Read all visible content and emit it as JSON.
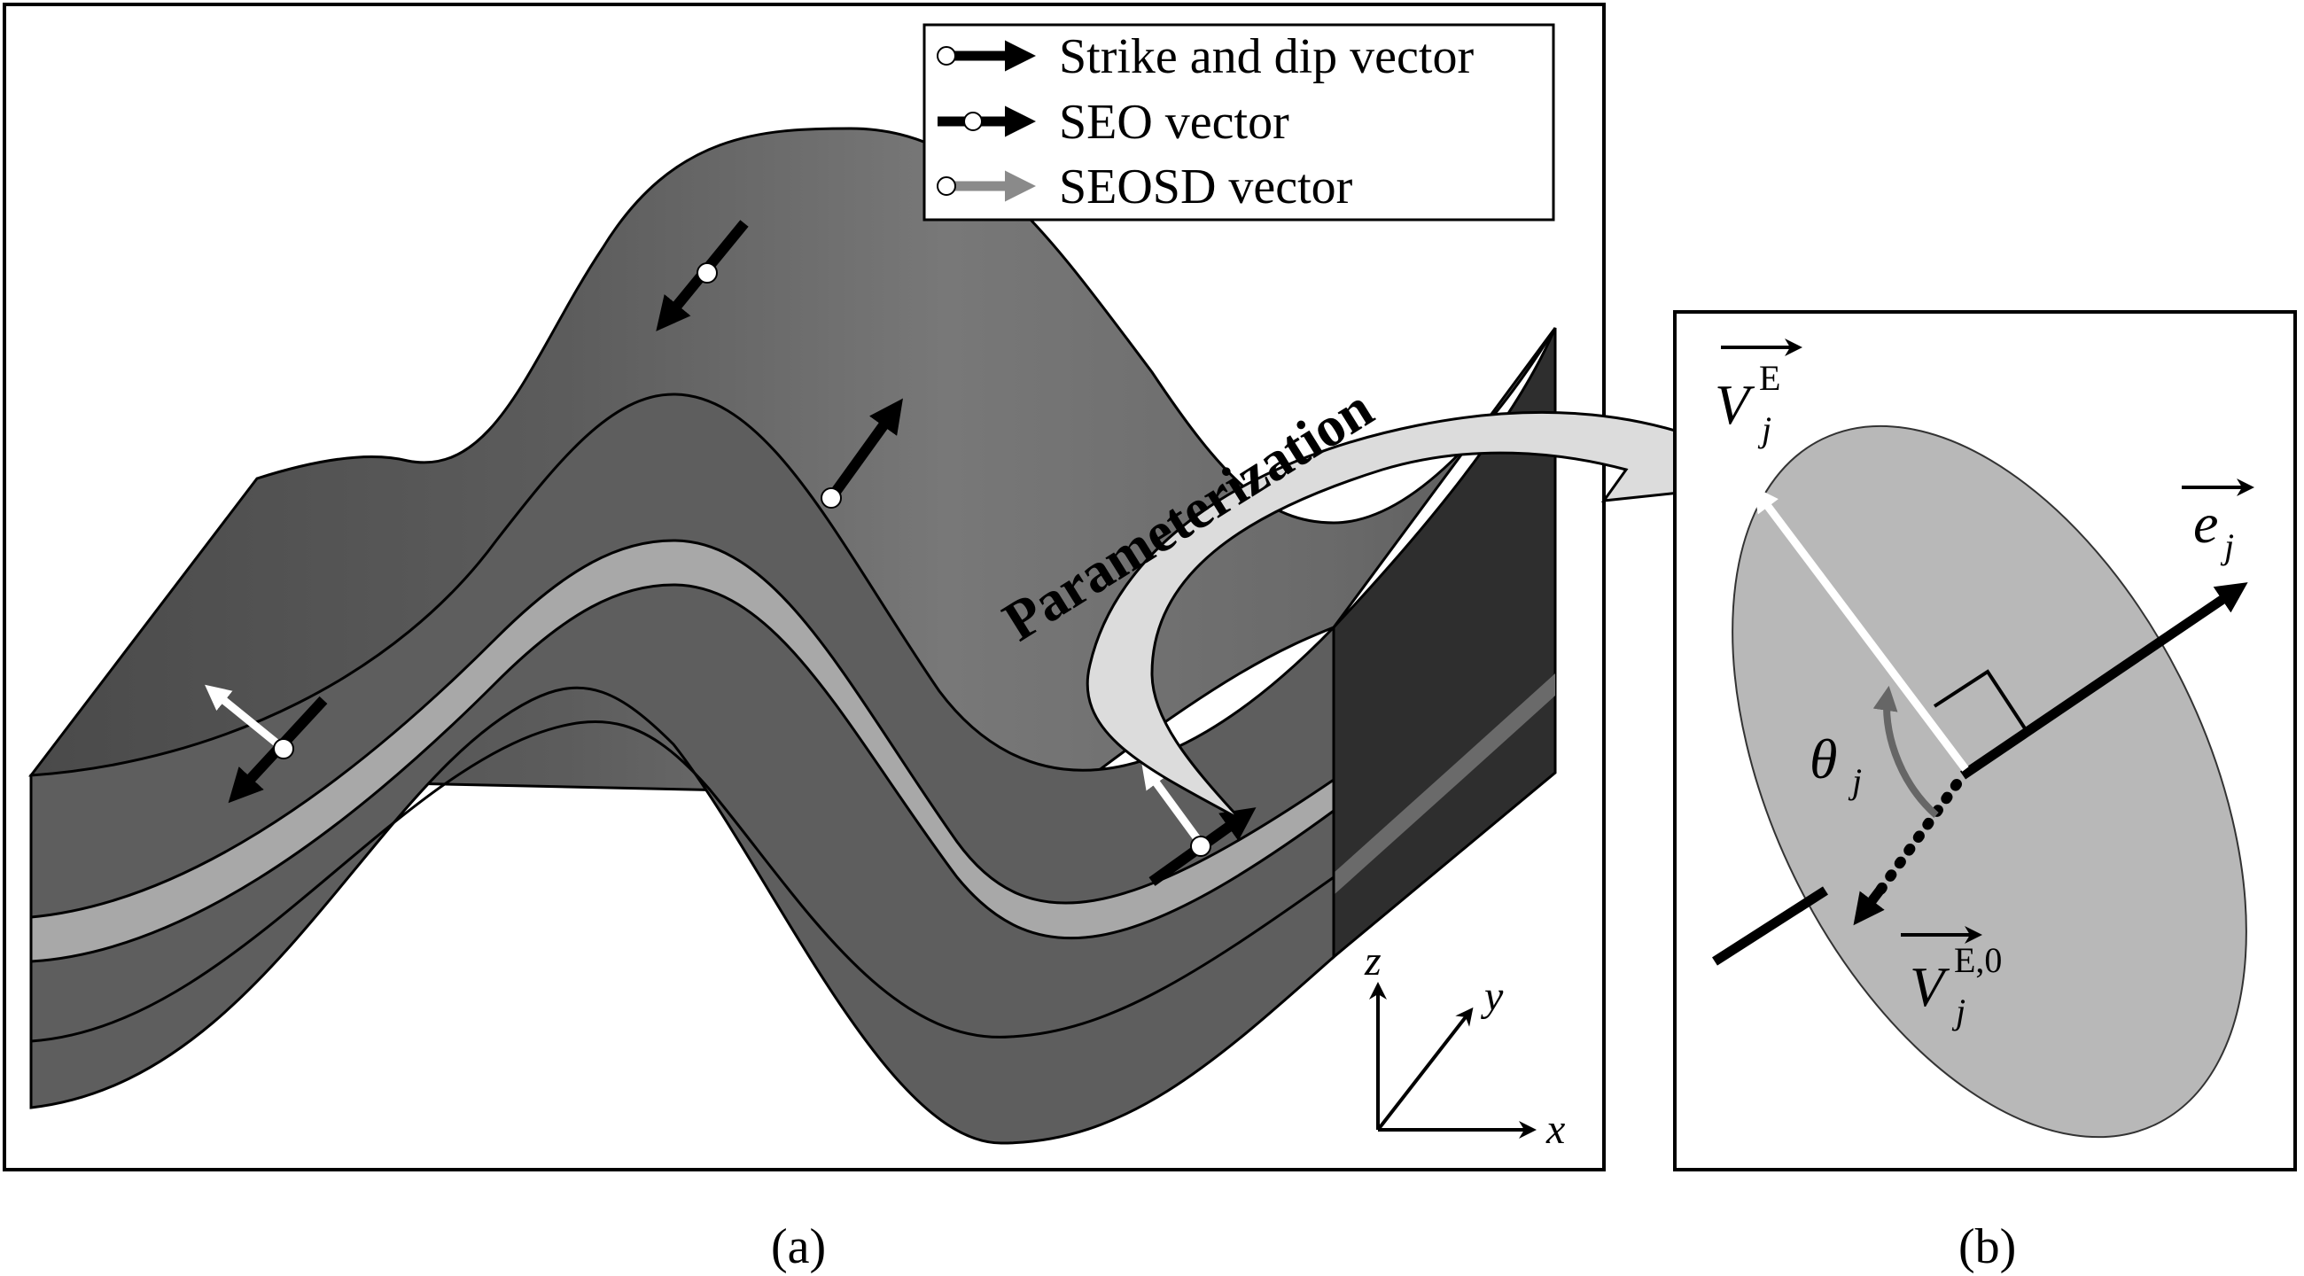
{
  "legend": {
    "items": [
      {
        "label": "Strike and dip vector",
        "color": "#000000"
      },
      {
        "label": "SEO vector",
        "color": "#000000"
      },
      {
        "label": "SEOSD vector",
        "color": "#8a8a8a"
      }
    ]
  },
  "annotation": "Parameterization",
  "axes": {
    "x": "x",
    "y": "y",
    "z": "z"
  },
  "panel_b": {
    "vector_top": "V",
    "vector_top_sub": "j",
    "vector_top_sup": "E",
    "normal": "e",
    "normal_sub": "j",
    "angle": "θ",
    "angle_sub": "j",
    "vector_bottom": "V",
    "vector_bottom_sub": "j",
    "vector_bottom_sup": "E,0"
  },
  "captions": {
    "a": "(a)",
    "b": "(b)"
  },
  "colors": {
    "surface": "#5a5a5a",
    "front_face": "#5e5e5e",
    "side_face": "#333333",
    "light_band": "#a8a8a8",
    "ellipse": "#b8b8b8",
    "seosd_arrow": "#8a8a8a"
  }
}
